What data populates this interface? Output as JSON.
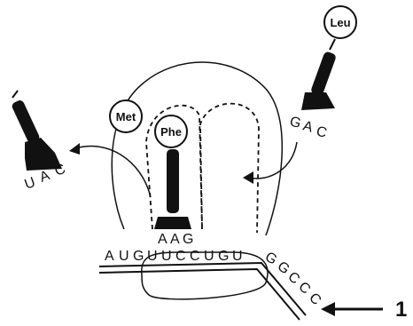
{
  "mrna": {
    "bases": [
      "A",
      "U",
      "G",
      "U",
      "U",
      "C",
      "C",
      "U",
      "G",
      "U",
      "G",
      "G",
      "C",
      "C",
      "C"
    ]
  },
  "trna_left": {
    "anticodon": [
      "U",
      "A",
      "C"
    ]
  },
  "trna_center": {
    "amino_acid": "Phe",
    "anticodon": [
      "A",
      "A",
      "G"
    ]
  },
  "trna_right": {
    "amino_acid": "Leu",
    "anticodon": [
      "G",
      "A",
      "C"
    ]
  },
  "peptide": {
    "first_amino_acid": "Met"
  },
  "pointer": {
    "label": "1"
  },
  "colors": {
    "ink": "#111111",
    "background": "#ffffff"
  }
}
